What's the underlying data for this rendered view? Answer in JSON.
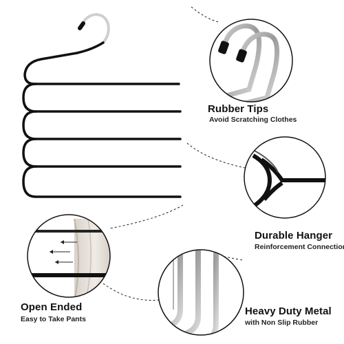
{
  "features": [
    {
      "title": "Rubber Tips",
      "subtitle": "Avoid Scratching Clothes",
      "icon": "rubber-tips-closeup"
    },
    {
      "title": "Durable Hanger",
      "subtitle": "Reinforcement Connection",
      "icon": "joint-closeup"
    },
    {
      "title": "Open Ended",
      "subtitle": "Easy to Take Pants",
      "icon": "open-end-closeup"
    },
    {
      "title": "Heavy Duty Metal",
      "subtitle": "with Non Slip Rubber",
      "icon": "metal-bend-closeup"
    }
  ],
  "colors": {
    "hanger_black": "#111111",
    "chrome": "#c8c8c8",
    "fabric": "#e6e1db",
    "dash": "#222222"
  }
}
